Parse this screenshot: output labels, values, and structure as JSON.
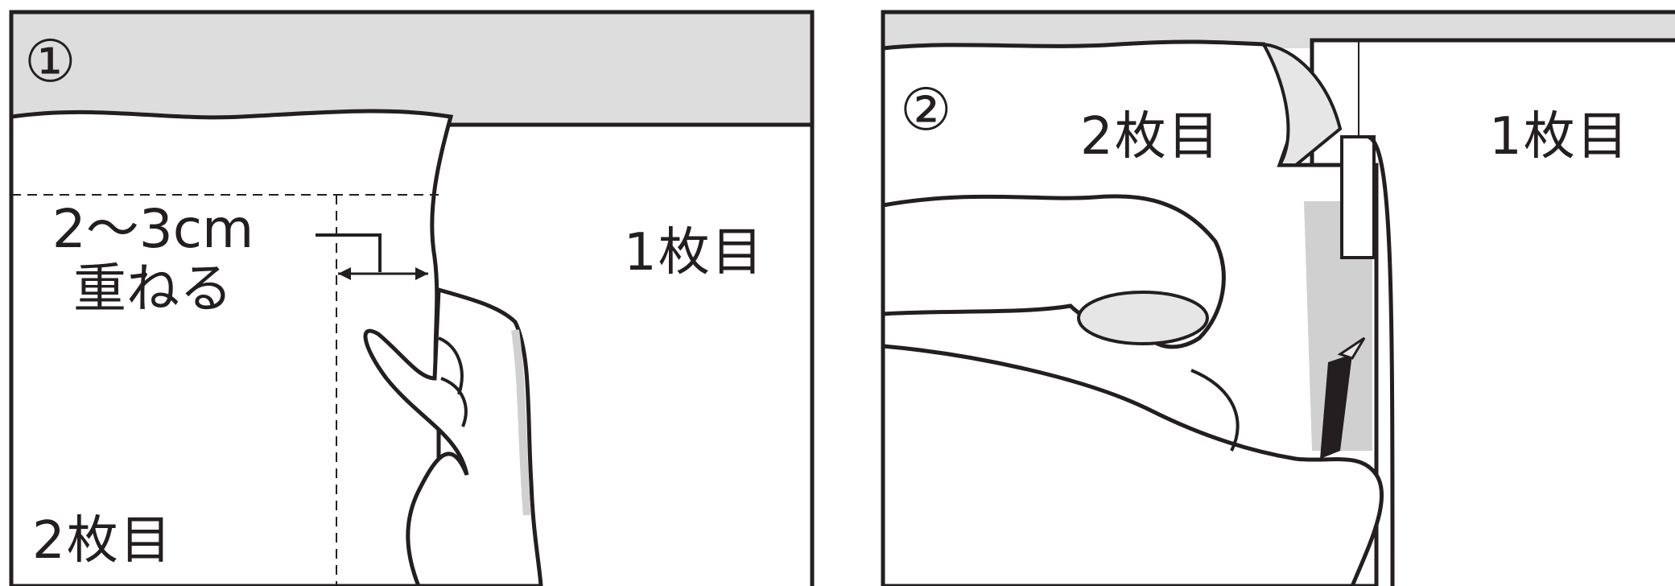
{
  "panel1": {
    "step_number": "①",
    "label_sheet1": "1枚目",
    "label_sheet2": "2枚目",
    "overlap_amount": "2〜3cm",
    "overlap_action": "重ねる"
  },
  "panel2": {
    "step_number": "②",
    "label_sheet2": "2枚目",
    "label_sheet1": "1枚目"
  },
  "colors": {
    "line": "#231f20",
    "ceiling": "#dddddd",
    "paper": "#ffffff",
    "shadow": "#d0d0d0"
  }
}
